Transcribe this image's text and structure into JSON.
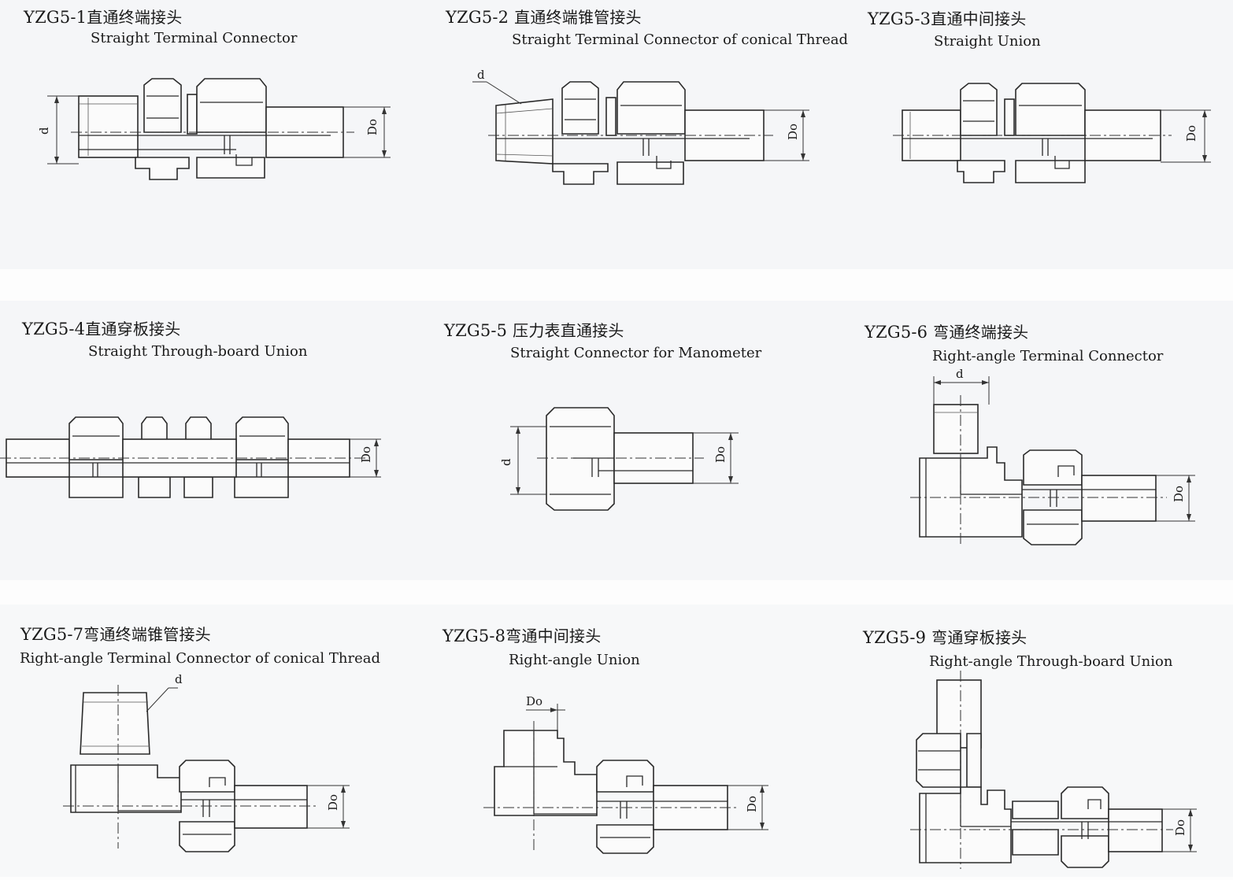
{
  "fittings": [
    {
      "code": "YZG5-1",
      "name_cn": "直通终端接头",
      "name_en": "Straight Terminal Connector",
      "dims": [
        "d",
        "Do"
      ]
    },
    {
      "code": "YZG5-2",
      "name_cn": "直通终端锥管接头",
      "name_en": "Straight Terminal Connector of conical Thread",
      "dims": [
        "d",
        "Do"
      ]
    },
    {
      "code": "YZG5-3",
      "name_cn": "直通中间接头",
      "name_en": "Straight Union",
      "dims": [
        "Do"
      ]
    },
    {
      "code": "YZG5-4",
      "name_cn": "直通穿板接头",
      "name_en": "Straight Through-board Union",
      "dims": [
        "Do"
      ]
    },
    {
      "code": "YZG5-5",
      "name_cn": "压力表直通接头",
      "name_en": "Straight Connector for Manometer",
      "dims": [
        "d",
        "Do"
      ]
    },
    {
      "code": "YZG5-6",
      "name_cn": "弯通终端接头",
      "name_en": "Right-angle Terminal Connector",
      "dims": [
        "d",
        "Do"
      ]
    },
    {
      "code": "YZG5-7",
      "name_cn": "弯通终端锥管接头",
      "name_en": "Right-angle Terminal Connector of conical Thread",
      "dims": [
        "d",
        "Do"
      ]
    },
    {
      "code": "YZG5-8",
      "name_cn": "弯通中间接头",
      "name_en": "Right-angle Union",
      "dims": [
        "Do",
        "Do"
      ]
    },
    {
      "code": "YZG5-9",
      "name_cn": "弯通穿板接头",
      "name_en": "Right-angle Through-board Union",
      "dims": [
        "Do"
      ]
    }
  ],
  "colors": {
    "line": "#2a2a2a",
    "band": "#f5f6f8",
    "paper": "#fdfdfd"
  }
}
